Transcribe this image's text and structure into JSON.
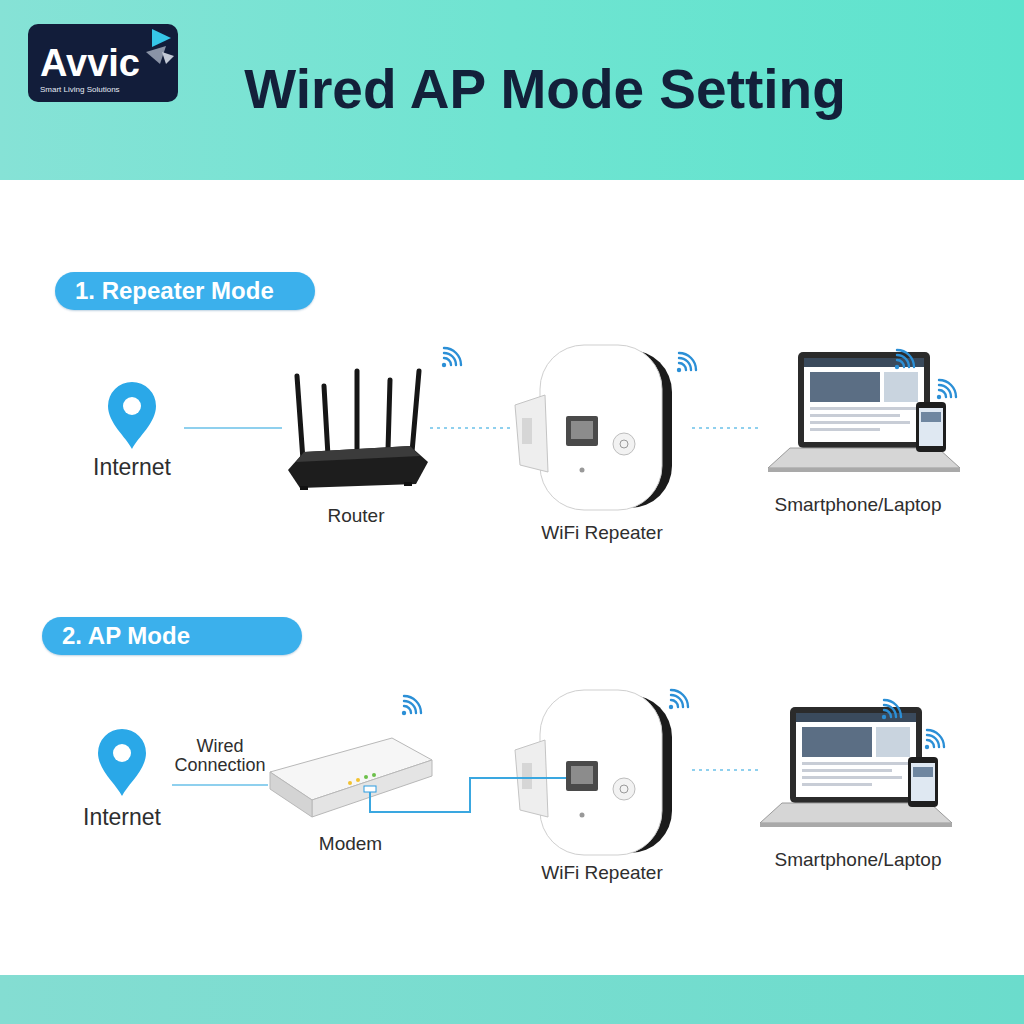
{
  "diagram": {
    "title": "Wired AP Mode Setting",
    "nodes": [
      {
        "text": [
          "Avvic",
          "Smart Living Solutions"
        ]
      },
      {
        "text": [
          "1. Repeater Mode"
        ]
      },
      {
        "text": [
          "Internet"
        ]
      },
      {
        "text": [
          "Router"
        ]
      },
      {
        "text": [
          "WiFi Repeater"
        ]
      },
      {
        "text": [
          "Smartphone/Laptop"
        ]
      },
      {
        "text": [
          "2. AP Mode"
        ]
      },
      {
        "text": [
          "Internet"
        ]
      },
      {
        "text": [
          "Modem"
        ]
      },
      {
        "text": [
          "WiFi Repeater"
        ]
      },
      {
        "text": [
          "Smartphone/Laptop"
        ]
      }
    ],
    "edges": [
      {
        "from": 2,
        "to": 3,
        "arrow": "none"
      },
      {
        "from": 3,
        "to": 4,
        "arrow": "none"
      },
      {
        "from": 4,
        "to": 5,
        "arrow": "none"
      },
      {
        "from": 7,
        "to": 8,
        "label": "Wired Connection",
        "arrow": "none"
      },
      {
        "from": 8,
        "to": 9,
        "arrow": "none"
      },
      {
        "from": 9,
        "to": 10,
        "arrow": "none"
      }
    ]
  }
}
